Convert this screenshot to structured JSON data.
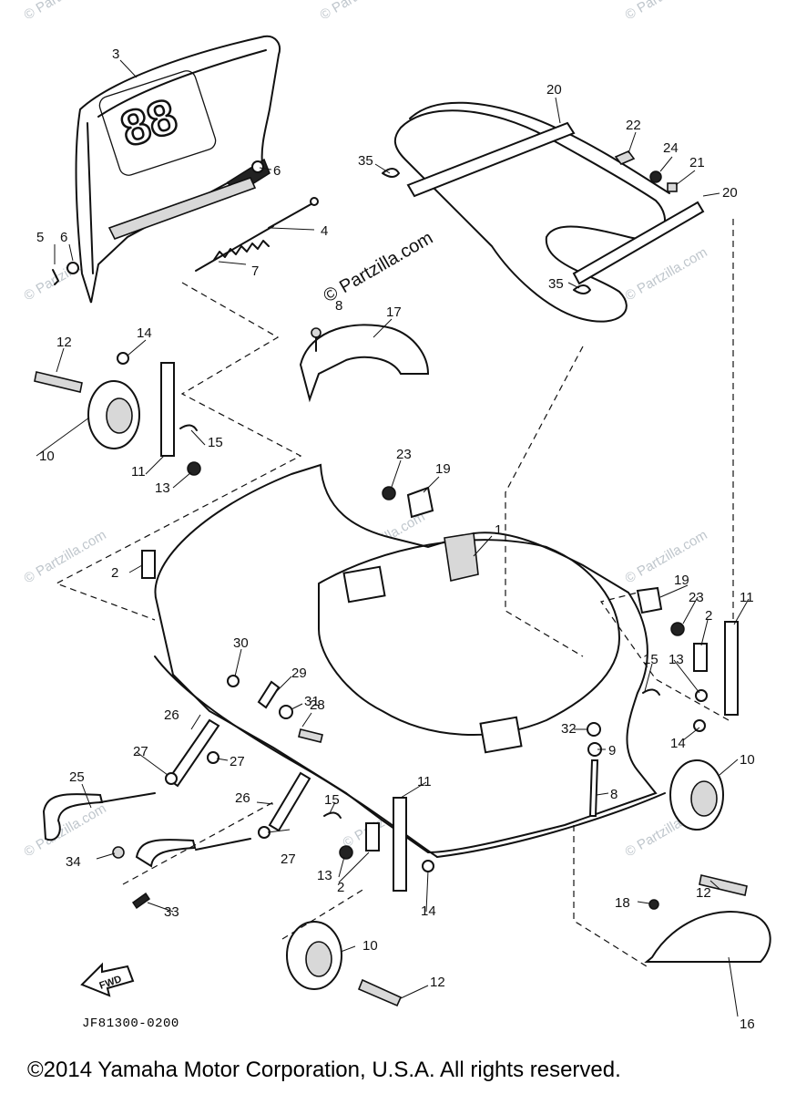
{
  "diagram": {
    "code": "JF81300-0200",
    "copyright": "©2014 Yamaha Motor Corporation, U.S.A. All rights reserved.",
    "watermark_main": "© Partzilla.com",
    "watermark_faint": "© Partzilla.com",
    "decal_text": "88",
    "fwd_label": "FWD"
  },
  "callouts": {
    "c1": "1",
    "c2a": "2",
    "c2b": "2",
    "c2c": "2",
    "c3": "3",
    "c4": "4",
    "c5": "5",
    "c6a": "6",
    "c6b": "6",
    "c7": "7",
    "c8a": "8",
    "c8b": "8",
    "c9": "9",
    "c10a": "10",
    "c10b": "10",
    "c10c": "10",
    "c11a": "11",
    "c11b": "11",
    "c11c": "11",
    "c12a": "12",
    "c12b": "12",
    "c12c": "12",
    "c13a": "13",
    "c13b": "13",
    "c13c": "13",
    "c14a": "14",
    "c14b": "14",
    "c14c": "14",
    "c15a": "15",
    "c15b": "15",
    "c15c": "15",
    "c16": "16",
    "c17": "17",
    "c18": "18",
    "c19a": "19",
    "c19b": "19",
    "c20a": "20",
    "c20b": "20",
    "c21": "21",
    "c22": "22",
    "c23a": "23",
    "c23b": "23",
    "c24": "24",
    "c25": "25",
    "c26a": "26",
    "c26b": "26",
    "c27a": "27",
    "c27b": "27",
    "c27c": "27",
    "c28": "28",
    "c29": "29",
    "c30": "30",
    "c31": "31",
    "c32": "32",
    "c33": "33",
    "c34": "34",
    "c35a": "35",
    "c35b": "35"
  }
}
